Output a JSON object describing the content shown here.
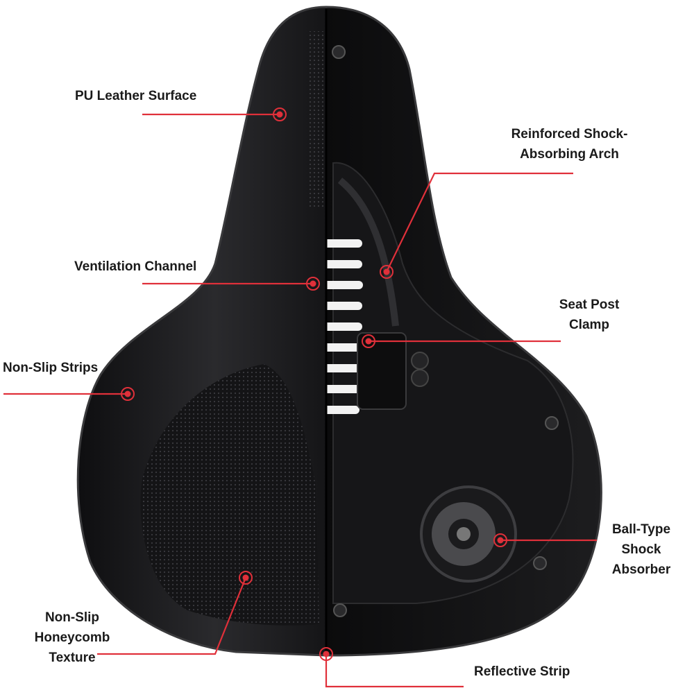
{
  "callouts": {
    "pu_leather_surface": "PU Leather Surface",
    "reinforced_arch": "Reinforced Shock-\nAbsorbing Arch",
    "ventilation_channel": "Ventilation Channel",
    "seat_post_clamp": "Seat Post\nClamp",
    "non_slip_strips": "Non-Slip Strips",
    "ball_type_absorber": "Ball-Type\nShock\nAbsorber",
    "honeycomb_texture": "Non-Slip\nHoneycomb\nTexture",
    "reflective_strip": "Reflective Strip"
  },
  "colors": {
    "leader_line": "#e0303a",
    "marker": "#e0303a",
    "saddle_body": "#1c1c1e",
    "saddle_edge": "#3a3a3c",
    "label_text": "#1a1a1a"
  }
}
